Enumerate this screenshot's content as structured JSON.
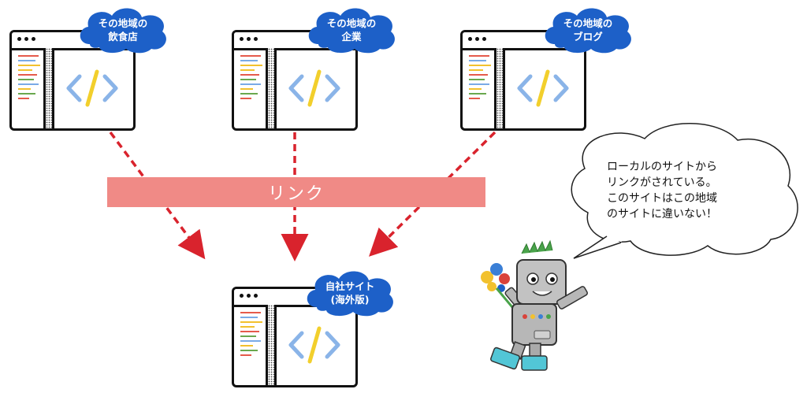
{
  "sources": [
    {
      "label": "その地域の\n飲食店"
    },
    {
      "label": "その地域の\n企業"
    },
    {
      "label": "その地域の\nブログ"
    }
  ],
  "target": {
    "label": "自社サイト\n(海外版)"
  },
  "link_label": "リンク",
  "speech": "ローカルのサイトから\nリンクがされている。\nこのサイトはこの地域\nのサイトに違いない！",
  "colors": {
    "arrow": "#d9232d",
    "band": "#f08a86",
    "cloud": "#1d60c8",
    "code_bracket": "#8ab4e8",
    "code_slash": "#f2cf2c",
    "robot_body": "#b7b7b7",
    "robot_feet": "#52c6d6",
    "robot_hair": "#49a34a"
  },
  "code_line_colors": [
    "#e55a4b",
    "#7aaae6",
    "#f2c12e",
    "#f2c12e",
    "#e55a4b",
    "#6aa84f",
    "#7aaae6",
    "#f2c12e",
    "#6aa84f",
    "#e55a4b"
  ]
}
